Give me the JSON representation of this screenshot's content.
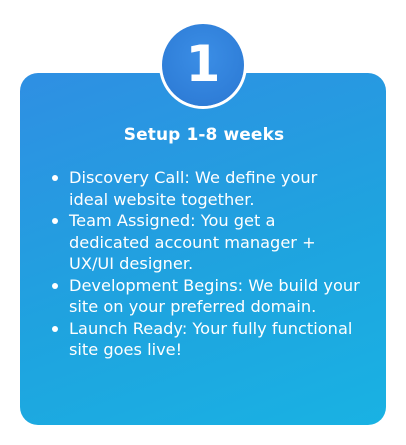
{
  "badge": {
    "number": "1"
  },
  "card": {
    "title": "Setup 1-8 weeks",
    "steps": [
      {
        "text": "Discovery Call: We define your ideal website together."
      },
      {
        "text": "Team Assigned: You get a dedicated account manager + UX/UI designer."
      },
      {
        "text": "Development Begins: We build your site on your preferred domain."
      },
      {
        "text": "Launch Ready: Your fully functional site goes live!"
      }
    ]
  },
  "colors": {
    "card_gradient_start": "#2f8fe3",
    "card_gradient_end": "#19b2e3",
    "badge_fill": "#2f7ed8",
    "text": "#ffffff"
  }
}
